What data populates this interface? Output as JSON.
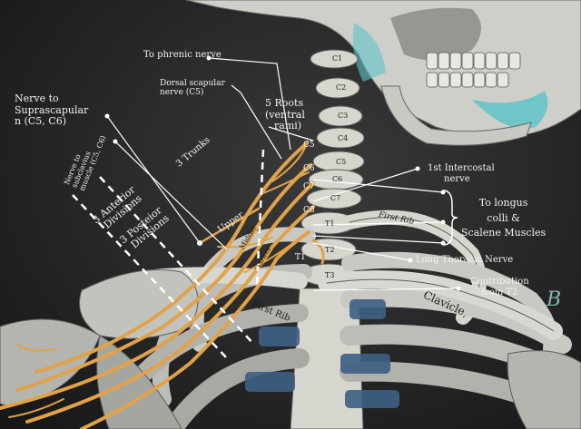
{
  "labels": {
    "phrenic": "To phrenic nerve",
    "dorsal_scapular_1": "Dorsal scapular",
    "dorsal_scapular_2": "nerve (C5)",
    "suprascapular_1": "Nerve to",
    "suprascapular_2": "Suprascapular",
    "suprascapular_3": "n (C5, C6)",
    "subclavius_1": "Nerve to",
    "subclavius_2": "subclavius",
    "subclavius_3": "muscle (C5, C6)",
    "trunks": "3 Trunks",
    "roots_1": "5 Roots",
    "roots_2": "(ventral",
    "roots_3": "rami)",
    "anterior_1": "3 Anterior",
    "anterior_2": "Divisions",
    "posterior_1": "3 Posteior",
    "posterior_2": "Divisions",
    "upper": "Upper",
    "middle": "Middle",
    "lower": "Lower",
    "intercostal_1": "1st Intercostal",
    "intercostal_2": "nerve",
    "longus_1": "To longus",
    "longus_2": "colli &",
    "longus_3": "Scalene Muscles",
    "long_thoracic": "Long Thoracic Nerve",
    "contribution_1": "Contribution",
    "contribution_2": "from T2",
    "clavicle": "Clavicle",
    "first_rib_right": "First Rib",
    "first_rib_left": "First Rib",
    "signature": "B"
  },
  "vertebrae": [
    "C1",
    "C2",
    "C3",
    "C4",
    "C5",
    "C6",
    "C7",
    "T1",
    "T2",
    "T3"
  ],
  "roots": [
    "C5",
    "C6",
    "C7",
    "C8",
    "T1"
  ],
  "colors": {
    "nerve": "#e0a24a",
    "bone": "#d6d6cf",
    "bone_shadow": "#8e8e88",
    "cartilage_blue": "#3d5f85",
    "teal_accent": "#5fc3c9",
    "background": "#262626",
    "text": "#f2f2f2"
  }
}
